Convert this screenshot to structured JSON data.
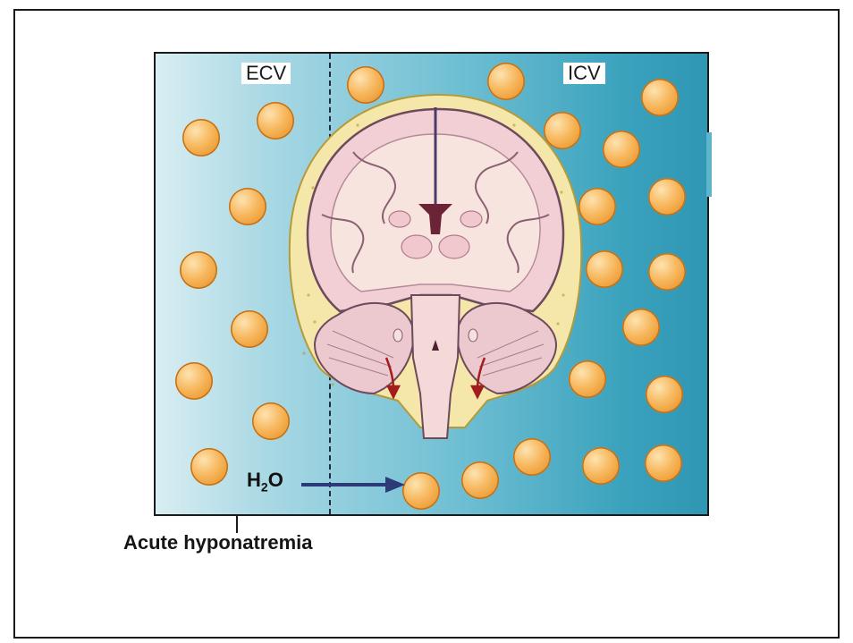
{
  "labels": {
    "ecv": "ECV",
    "icv": "ICV",
    "water_main": "H",
    "water_sub": "2",
    "water_end": "O",
    "caption": "Acute hyponatremia"
  },
  "colors": {
    "solute_particle": "#f2a646",
    "extracellular_fluid": "#a9d8e4",
    "intracellular_fluid": "#2f97b3",
    "brain_tissue": "#f1d3d8",
    "skull": "#f3e6a6",
    "arrow": "#2c3a78"
  },
  "icons": {
    "brain": "brain-coronal-section-icon",
    "particle": "solute-particle-icon",
    "arrow": "right-arrow-icon"
  }
}
